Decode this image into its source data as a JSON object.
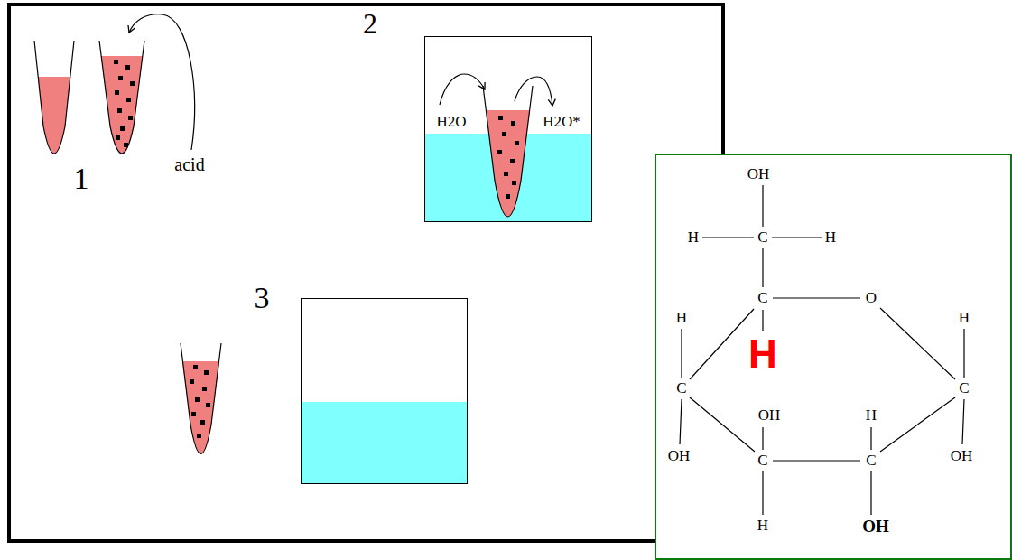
{
  "diagram": {
    "nodes": [
      {
        "text": [
          "1",
          "acid",
          "2",
          "3"
        ]
      },
      {
        "text": [
          "H2O",
          "H2O*"
        ],
        "in": 0
      },
      {
        "text": [
          "OH",
          "H",
          "C",
          "H",
          "C",
          "O",
          "H",
          "H",
          "H",
          "C",
          "C",
          "OH",
          "H",
          "OH",
          "OH",
          "C",
          "C",
          "H",
          "OH"
        ]
      }
    ]
  }
}
